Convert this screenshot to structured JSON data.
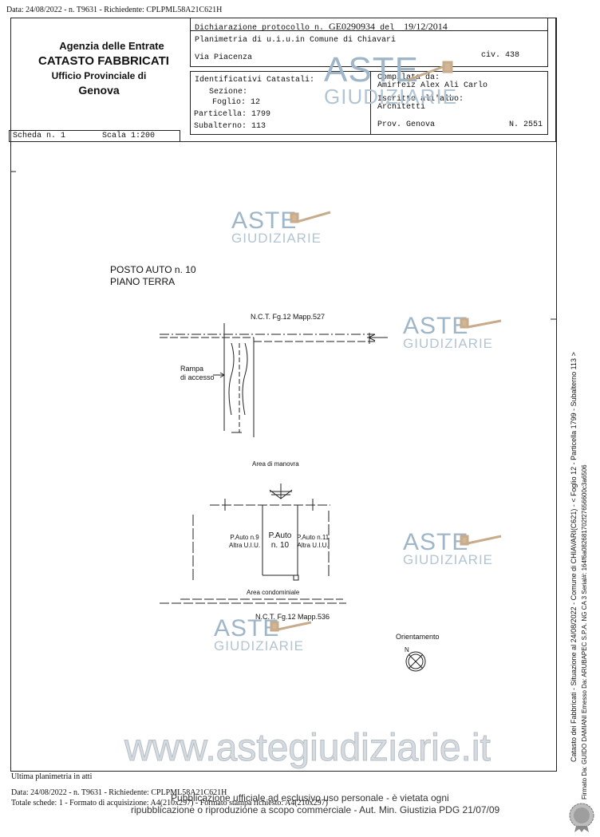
{
  "header_line": "Data: 24/08/2022 - n. T9631 - Richiedente: CPLPML58A21C621H",
  "agency": {
    "line1": "Agenzia delle Entrate",
    "line2": "CATASTO FABBRICATI",
    "line3": "Ufficio Provinciale di",
    "line4": "Genova"
  },
  "declaration": {
    "label": "Dichiarazione protocollo n.",
    "protocol": "GE0290934",
    "del_label": "del",
    "date": "19/12/2014",
    "planimetry": "Planimetria di u.i.u.in Comune di Chiavari",
    "street": "Via Piacenza",
    "civ": "civ. 438"
  },
  "identifiers": {
    "title": "Identificativi Catastali:",
    "sezione_label": "Sezione:",
    "foglio_label": "Foglio:",
    "foglio": "12",
    "particella_label": "Particella:",
    "particella": "1799",
    "subalterno_label": "Subalterno:",
    "subalterno": "113"
  },
  "compiled": {
    "label": "Compilata da:",
    "name": "Amirfeiz Alex Ali Carlo",
    "iscritto_label": "Iscritto all'albo:",
    "albo": "Architetti",
    "prov": "Prov. Genova",
    "number": "N. 2551"
  },
  "scheda": {
    "label": "Scheda n. 1",
    "scale": "Scala 1:200"
  },
  "plan": {
    "title1": "POSTO AUTO n. 10",
    "title2": "PIANO TERRA",
    "nct_top": "N.C.T.  Fg.12  Mapp.527",
    "rampa1": "Rampa",
    "rampa2": "di accesso",
    "area_manovra": "Area di manovra",
    "pauto9_1": "P.Auto n.9",
    "pauto9_2": "Altra U.I.U.",
    "pauto10_1": "P.Auto",
    "pauto10_2": "n. 10",
    "pauto11_1": "P.Auto n.11",
    "pauto11_2": "Altra U.I.U.",
    "area_condominiale": "Area condominiale",
    "nct_bottom": "N.C.T.   Fg.12  Mapp.536",
    "orientamento": "Orientamento",
    "north": "N"
  },
  "side_text1": "Catasto dei Fabbricati - Situazione al 24/08/2022 - Comune di CHIAVARI(C621) - < Foglio 12 - Particella 1799 - Subalterno 113 >",
  "side_text2": "Firmato Da: GUIDO DAMIANI Emesso Da: ARUBAPEC S.P.A. NG CA 3 Serial#: 164f6a082681702f27656600c3a6506",
  "watermark": {
    "word1": "ASTE",
    "word2": "GIUDIZIARIE"
  },
  "website": "www.astegiudiziarie.it",
  "footer": {
    "last": "Ultima planimetria in atti",
    "data_line": "Data: 24/08/2022 - n. T9631 - Richiedente: CPLPML58A21C621H",
    "totale_line": "Totale schede: 1 - Formato di acquisizione: A4(210x297)  - Formato stampa richiesto: A4(210x297)",
    "notice1": "Pubblicazione ufficiale ad esclusivo uso personale - è vietata ogni",
    "notice2": "ripubblicazione o riproduzione a scopo commerciale - Aut. Min. Giustizia PDG 21/07/09"
  }
}
